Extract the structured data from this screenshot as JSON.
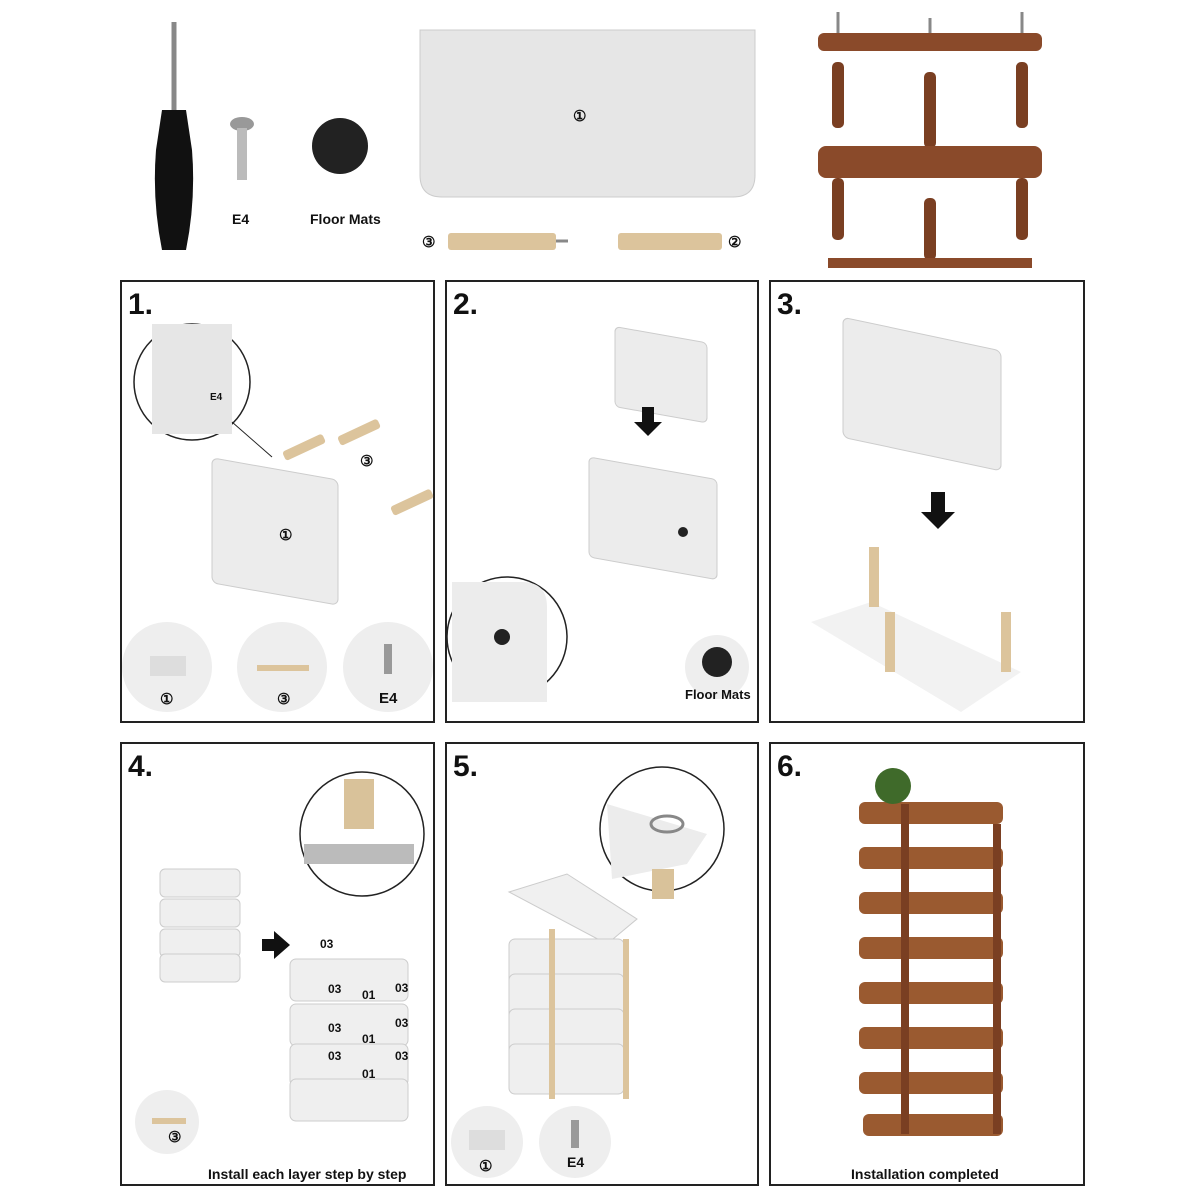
{
  "parts": {
    "screw_label": "E4",
    "floor_mat_label": "Floor Mats",
    "board_label": "①",
    "dowel_left_label": "③",
    "dowel_right_label": "②"
  },
  "steps": [
    {
      "number": "1.",
      "callout_label": "E4",
      "board_label": "①",
      "dowel_label": "③",
      "parts": [
        "①",
        "③",
        "E4"
      ]
    },
    {
      "number": "2.",
      "parts": [
        "Floor Mats"
      ]
    },
    {
      "number": "3."
    },
    {
      "number": "4.",
      "dowel_label": "③",
      "caption": "Install each layer step by step",
      "part_codes": [
        "03",
        "01"
      ]
    },
    {
      "number": "5.",
      "parts": [
        "①",
        "E4"
      ]
    },
    {
      "number": "6.",
      "caption": "Installation completed"
    }
  ],
  "colors": {
    "wood_light": "#d9c29a",
    "walnut": "#8a4a2a",
    "board": "#e8e8e8",
    "outline": "#222222"
  }
}
